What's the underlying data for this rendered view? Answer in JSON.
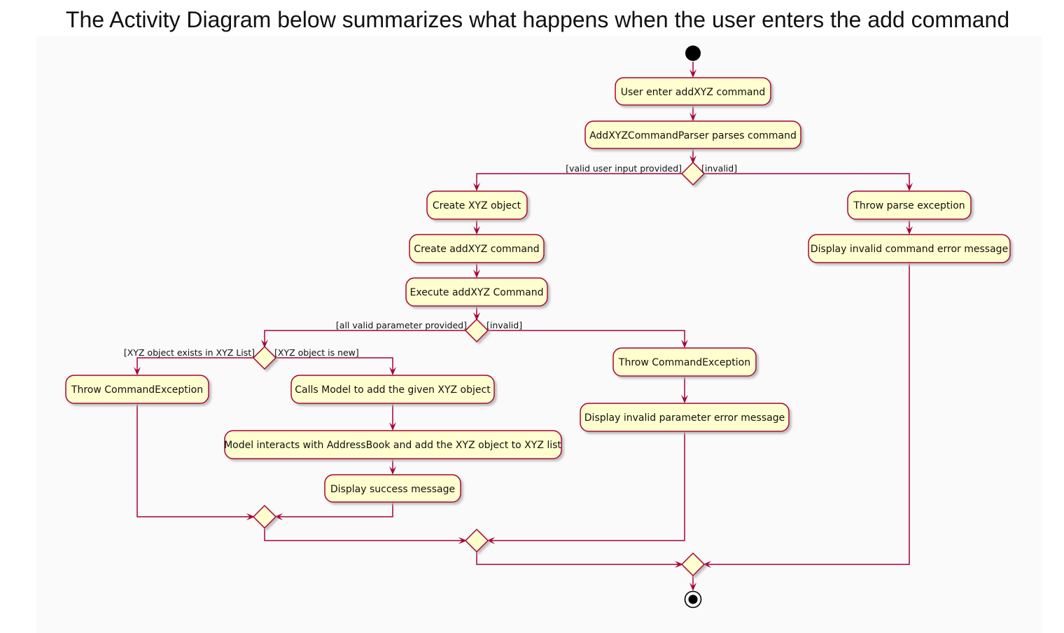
{
  "heading": "The Activity Diagram below summarizes what happens when the user enters the add command",
  "colors": {
    "node_fill": "#fefece",
    "node_stroke": "#a80036",
    "edge": "#a80036",
    "shadow": "#c8c8c8",
    "background": "#fafafa"
  },
  "actions": {
    "user_enter": "User enter addXYZ command",
    "parser_parses": "AddXYZCommandParser parses command",
    "create_object": "Create XYZ object",
    "create_command": "Create addXYZ command",
    "execute_command": "Execute addXYZ Command",
    "throw_parse": "Throw parse exception",
    "display_invalid_command": "Display invalid command error message",
    "throw_command_exception_right": "Throw CommandException",
    "display_invalid_parameter": "Display invalid parameter error message",
    "throw_command_exception_left": "Throw CommandException",
    "calls_model": "Calls Model to add the given XYZ object",
    "model_interacts": "Model interacts with AddressBook and add the XYZ object to XYZ list",
    "display_success": "Display success message"
  },
  "guards": {
    "valid_input": "[valid user input provided]",
    "invalid_input": "[invalid]",
    "all_valid_params": "[all valid parameter provided]",
    "invalid_params": "[invalid]",
    "object_exists": "[XYZ object exists in XYZ List]",
    "object_new": "[XYZ object is new]"
  }
}
